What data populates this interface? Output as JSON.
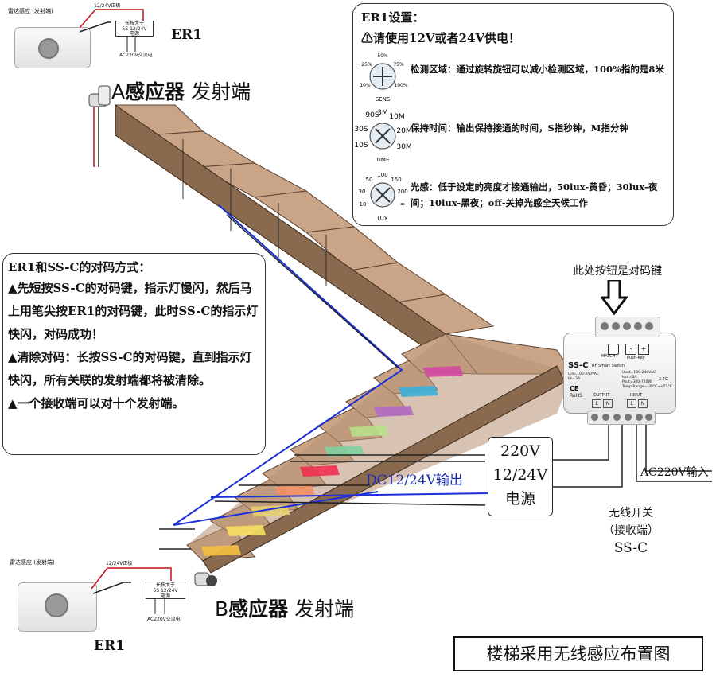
{
  "er1_top": {
    "title": "ER1",
    "device_label": "雷达感应 (发射端)",
    "wire_label": "12/24V正极",
    "box_line1": "长按大于",
    "box_line2": "5S 12/24V",
    "box_line3": "电源",
    "ac_label": "AC220V交流电"
  },
  "sensor_a": {
    "label_letter": "A",
    "label_main": "感应器",
    "label_sub": "发射端"
  },
  "sensor_b": {
    "label_letter": "B",
    "label_main": "感应器",
    "label_sub": "发射端"
  },
  "er1_settings": {
    "title": "ER1设置：",
    "warning": "请使用12V或者24V供电！",
    "sens_knob": {
      "label": "SENS",
      "ticks": [
        "50%",
        "25%",
        "75%",
        "10%",
        "100%"
      ]
    },
    "time_knob": {
      "label": "TIME",
      "ticks": [
        "90S",
        "3M",
        "10M",
        "30S",
        "20M",
        "10S",
        "30M"
      ]
    },
    "lux_knob": {
      "label": "LUX",
      "ticks": [
        "100",
        "50",
        "150",
        "30",
        "200",
        "10",
        "∞"
      ]
    },
    "sens_text": "检测区域：通过旋转旋钮可以减小检测区域，100%指的是8米",
    "time_text": "保持时间：输出保持接通的时间，S指秒钟，M指分钟",
    "lux_text": "光感：低于设定的亮度才接通输出，50lux-黄昏；30lux-夜间；10lux-黑夜；off-关掉光感全天候工作"
  },
  "pairing": {
    "title": "ER1和SS-C的对码方式：",
    "step1": "▲先短按SS-C的对码键，指示灯慢闪，然后马上用笔尖按ER1的对码键，此时SS-C的指示灯快闪，对码成功！",
    "step2": "▲清除对码：长按SS-C的对码键，直到指示灯快闪，所有关联的发射端都将被清除。",
    "step3": "▲一个接收端可以对十个发射端。"
  },
  "ssc": {
    "button_note": "此处按钮是对码键",
    "model": "SS-C",
    "model_sub": "RF Smart Switch",
    "match": "MATCH",
    "push_key": "Push-Key",
    "spec_left": [
      "Uin=100-240VAC",
      "Iin=3A"
    ],
    "spec_right": [
      "Uout=100-240VAC",
      "Iout=3A",
      "Pout=300-720W"
    ],
    "temp": "Temp Range=-30°C~+55°C",
    "freq": "2.4G",
    "output": "OUTPUT",
    "input": "INPUT",
    "terms": [
      "L",
      "N",
      "L",
      "N"
    ],
    "ce": "CE",
    "rohs": "RoHS",
    "ac_input": "AC220V输入",
    "caption_line1": "无线开关",
    "caption_line2": "（接收端）",
    "caption_line3": "SS-C"
  },
  "power_supply": {
    "line1": "220V",
    "line2": "12/24V",
    "line3": "电源"
  },
  "dc_output": "DC12/24V输出",
  "er1_bottom": {
    "title": "ER1",
    "device_label": "雷达感应 (发射端)",
    "wire_label": "12/24V正极",
    "box_line1": "长按大于",
    "box_line2": "5S 12/24V",
    "box_line3": "电源",
    "ac_label": "AC220V交流电"
  },
  "footer_title": "楼梯采用无线感应布置图",
  "colors": {
    "stair_top": "#c9a486",
    "stair_riser": "#8a6a4f",
    "wire_blue": "#1a2fd8",
    "wire_red": "#c0101a",
    "dc_text": "#1a2fb0"
  },
  "led_colors": [
    "#d14aa0",
    "#3ab0d8",
    "#b26bc4",
    "#b8e08a",
    "#80d0a0",
    "#f03050",
    "#f29060",
    "#e6d070",
    "#f7e060",
    "#f5c040"
  ]
}
